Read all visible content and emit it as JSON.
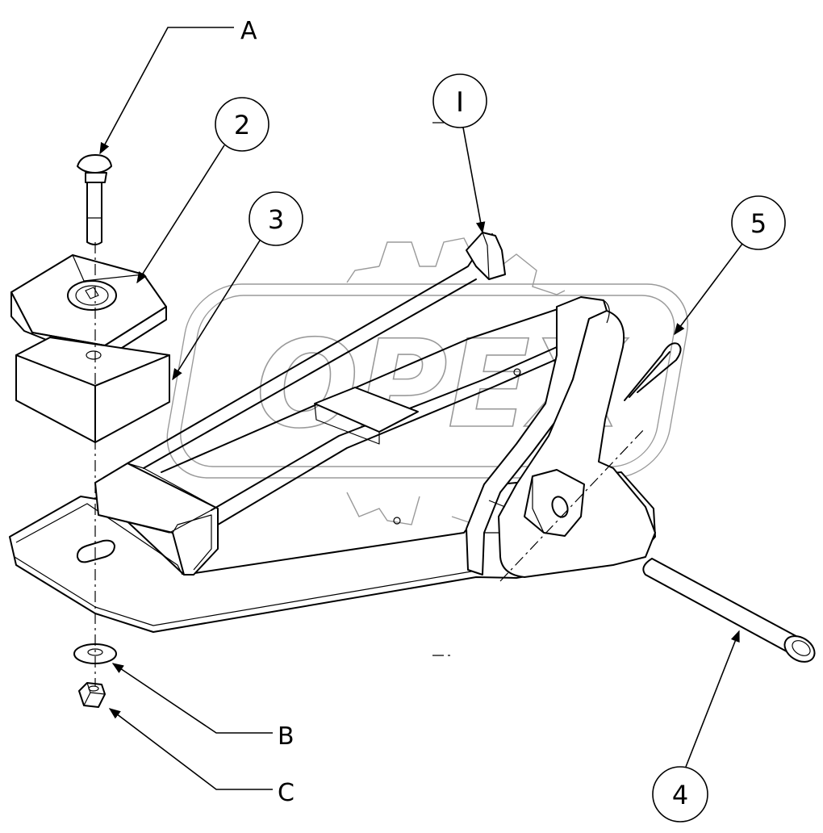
{
  "watermark": {
    "text": "OPEX"
  },
  "callouts": {
    "A": "A",
    "B": "B",
    "C": "C",
    "item_1": "I",
    "item_2": "2",
    "item_3": "3",
    "item_4": "4",
    "item_5": "5"
  }
}
